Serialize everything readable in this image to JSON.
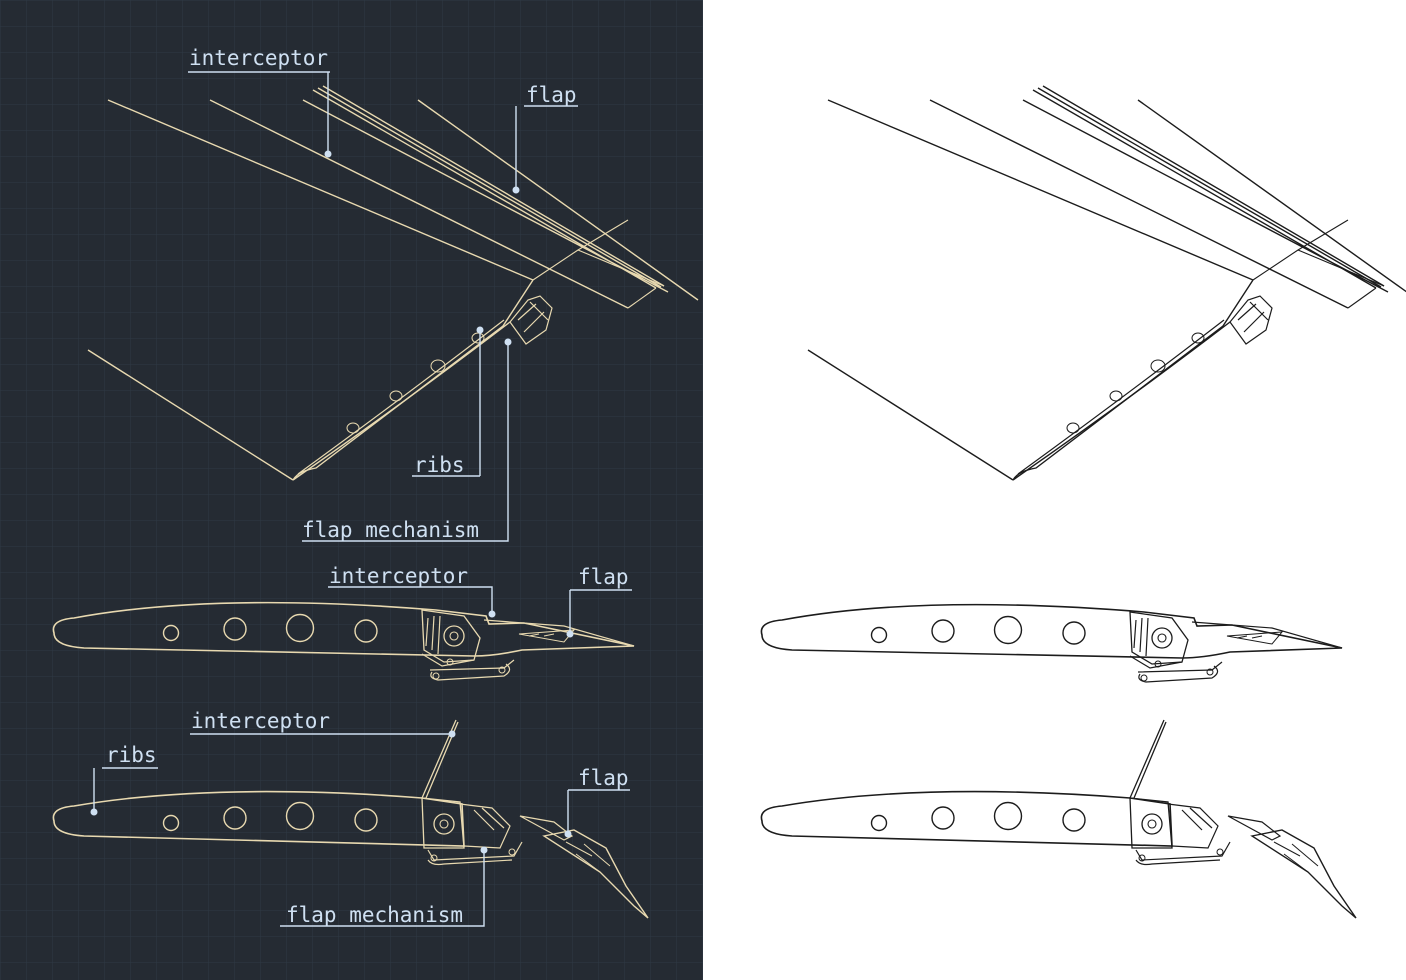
{
  "labels": {
    "top_interceptor": "interceptor",
    "top_flap": "flap",
    "top_ribs": "ribs",
    "top_flap_mechanism": "flap mechanism",
    "mid_interceptor": "interceptor",
    "mid_flap": "flap",
    "bot_interceptor": "interceptor",
    "bot_ribs": "ribs",
    "bot_flap": "flap",
    "bot_flap_mechanism": "flap mechanism"
  },
  "colors": {
    "dark_background": "#252b33",
    "grid_line": "#2f3a44",
    "blueprint_stroke": "#e8d9b0",
    "callout_stroke": "#cfe0f2",
    "light_background": "#ffffff",
    "ink_stroke": "#1c1c1c"
  }
}
